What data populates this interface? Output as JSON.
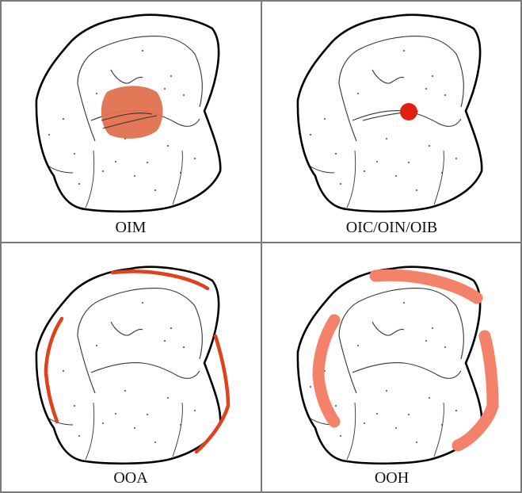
{
  "panels": [
    {
      "label": "OIM",
      "marking": "central-patch"
    },
    {
      "label": "OIC/OIN/OIB",
      "marking": "central-dot"
    },
    {
      "label": "OOA",
      "marking": "thin-margin-lines"
    },
    {
      "label": "OOH",
      "marking": "thick-margin-bands"
    }
  ],
  "colors": {
    "border": "#7a7a7a",
    "outline": "#000000",
    "marking_dark": "#e0401c",
    "marking_patch": "#e0714e",
    "marking_light": "#f4826b"
  }
}
